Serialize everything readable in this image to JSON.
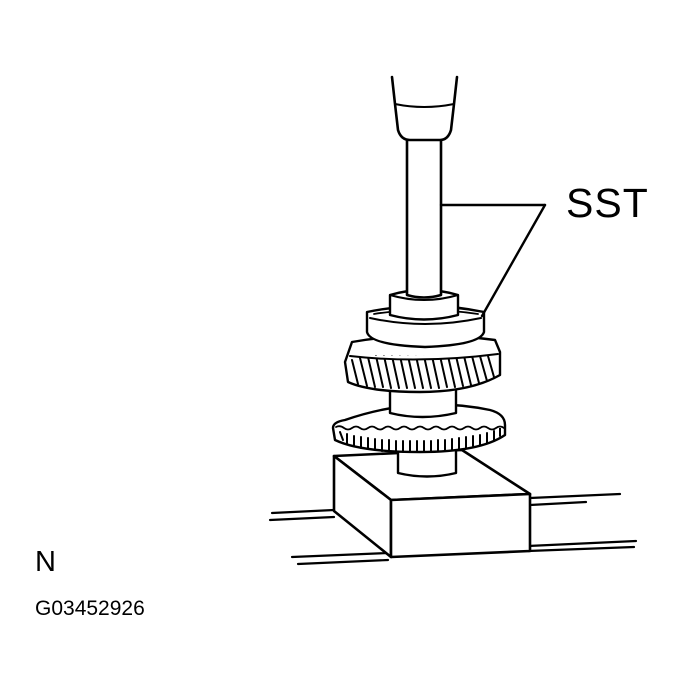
{
  "figure": {
    "callout_label": "SST",
    "view_label": "N",
    "figure_id": "G03452926",
    "components": [
      "special-service-tool-handle",
      "special-service-tool-driver-shaft",
      "bearing-inner-race",
      "helical-gear",
      "spur-gear",
      "support-block",
      "press-bed-rails"
    ],
    "line_color": "#000000",
    "background_color": "#ffffff"
  }
}
